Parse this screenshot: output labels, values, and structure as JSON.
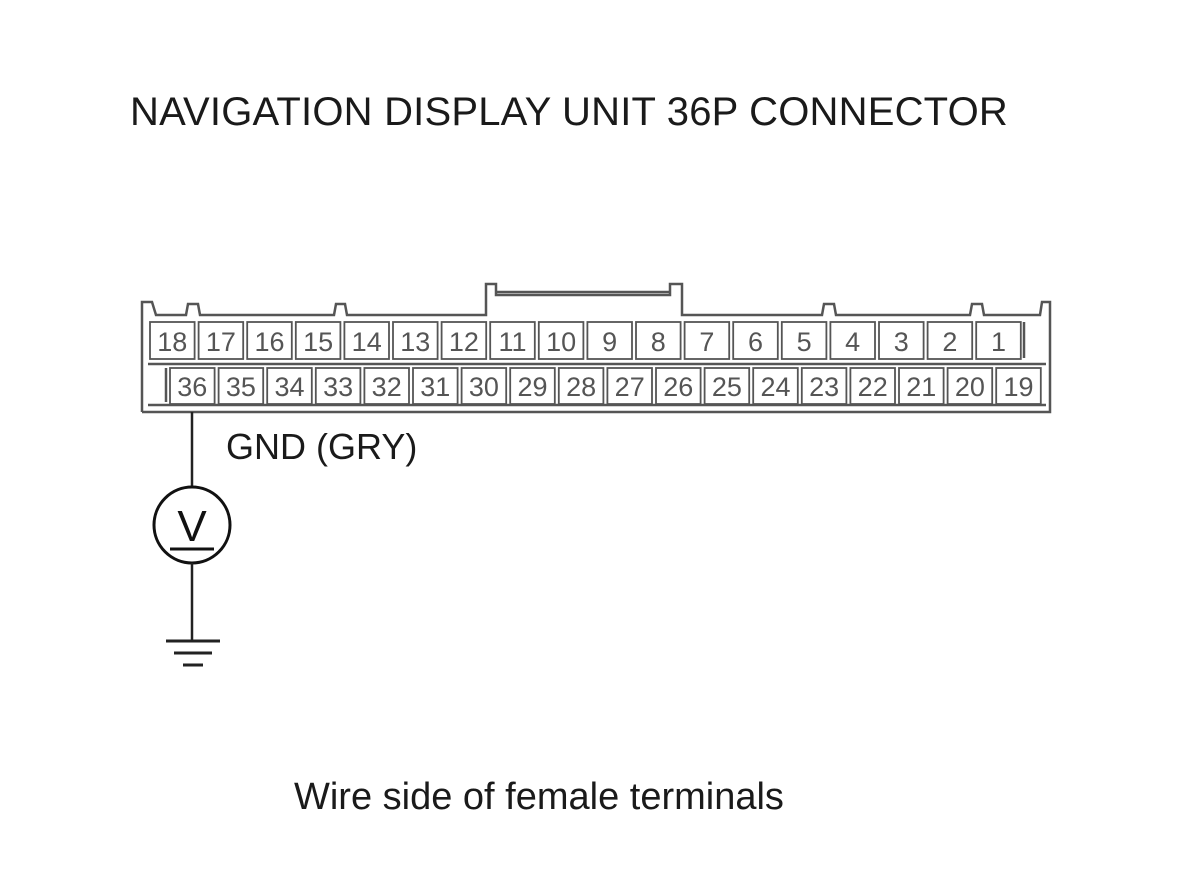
{
  "title": "NAVIGATION DISPLAY UNIT 36P CONNECTOR",
  "connector": {
    "top_row": [
      "18",
      "17",
      "16",
      "15",
      "14",
      "13",
      "12",
      "11",
      "10",
      "9",
      "8",
      "7",
      "6",
      "5",
      "4",
      "3",
      "2",
      "1"
    ],
    "bottom_row": [
      "36",
      "35",
      "34",
      "33",
      "32",
      "31",
      "30",
      "29",
      "28",
      "27",
      "26",
      "25",
      "24",
      "23",
      "22",
      "21",
      "20",
      "19"
    ],
    "probe_terminal": "36"
  },
  "probe": {
    "label": "GND (GRY)",
    "meter_symbol": "V",
    "meter_icon": "voltmeter-icon",
    "ground_icon": "ground-icon"
  },
  "caption": "Wire side of female terminals",
  "colors": {
    "line": "#222222",
    "connector_border": "#555555",
    "pin_text": "#555555"
  }
}
